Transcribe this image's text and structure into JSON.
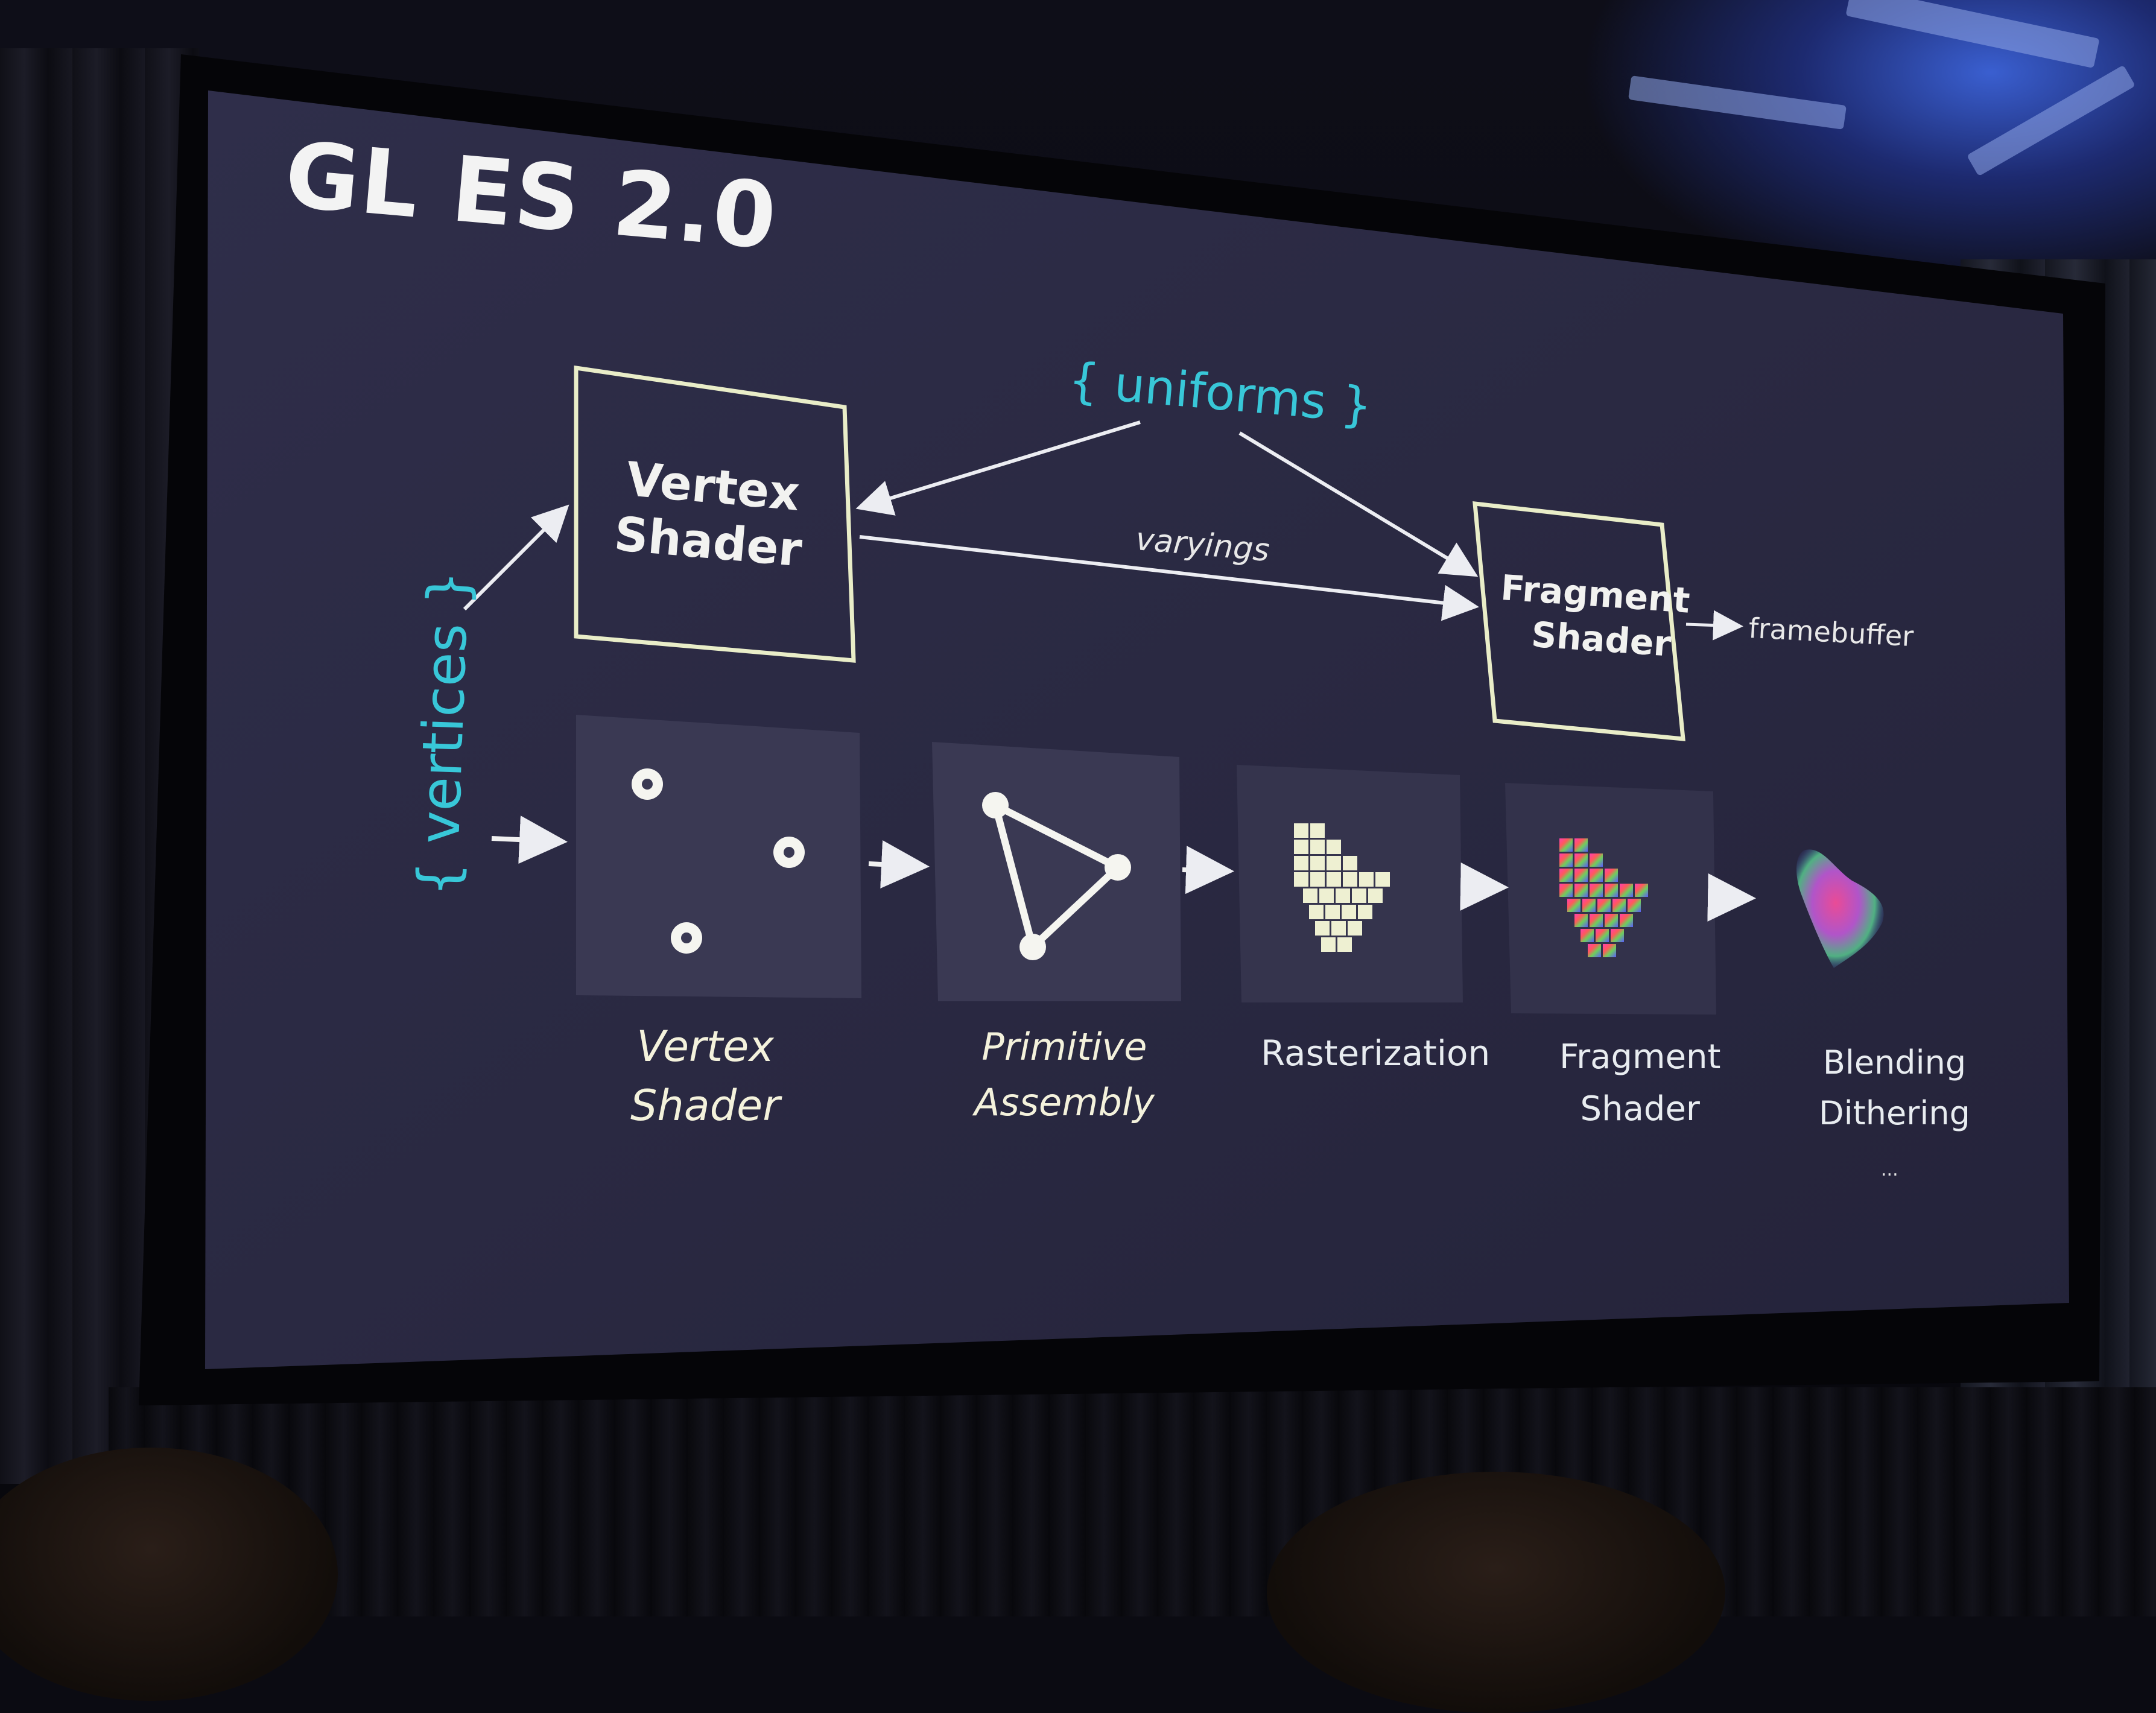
{
  "slide": {
    "title": "GL ES 2.0",
    "vertex_box": {
      "line1": "Vertex",
      "line2": "Shader"
    },
    "fragment_box": {
      "line1": "Fragment",
      "line2": "Shader"
    },
    "uniforms_label": "{ uniforms }",
    "vertices_label": "{ vertices }",
    "varyings_label": "varyings",
    "framebuffer_label": "framebuffer",
    "stages": [
      {
        "line1": "Vertex",
        "line2": "Shader"
      },
      {
        "line1": "Primitive",
        "line2": "Assembly"
      },
      {
        "line1": "Rasterization",
        "line2": ""
      },
      {
        "line1": "Fragment",
        "line2": "Shader"
      },
      {
        "line1": "Blending",
        "line2": "Dithering"
      }
    ],
    "ellipsis": "...",
    "colors": {
      "slide_background": "#2c2b45",
      "accent_cyan": "#38c7d8",
      "box_outline": "#e9edc8",
      "text_primary": "#f2f2f0"
    }
  }
}
